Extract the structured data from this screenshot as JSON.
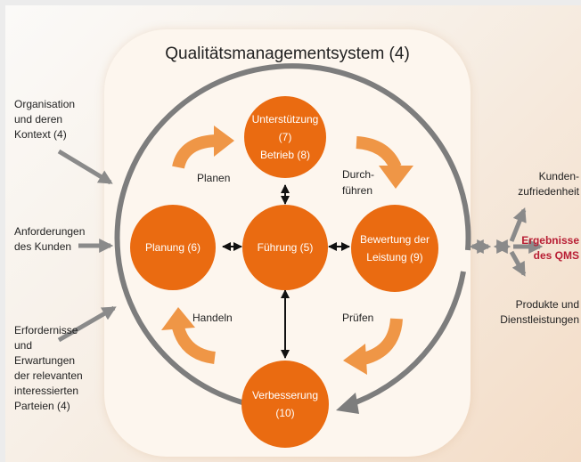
{
  "title": "Qualitätsmanagementsystem (4)",
  "nodes": {
    "support": [
      "Unterstützung (7)",
      "Betrieb (8)"
    ],
    "planning": "Planung (6)",
    "leadership": "Führung (5)",
    "evaluation": [
      "Bewertung der",
      "Leistung (9)"
    ],
    "improvement": "Verbesserung (10)"
  },
  "cycle": {
    "plan": "Planen",
    "do": [
      "Durch-",
      "führen"
    ],
    "check": "Prüfen",
    "act": "Handeln"
  },
  "inputs": {
    "context": [
      "Organisation",
      "und deren",
      "Kontext (4)"
    ],
    "customer": [
      "Anforderungen",
      "des Kunden"
    ],
    "parties": [
      "Erfordernisse",
      "und",
      "Erwartungen",
      "der relevanten",
      "interessierten",
      "Parteien (4)"
    ]
  },
  "outputs": {
    "satisfaction": [
      "Kunden-",
      "zufriedenheit"
    ],
    "results": [
      "Ergebnisse",
      "des QMS"
    ],
    "products": [
      "Produkte und",
      "Dienstleistungen"
    ]
  },
  "colors": {
    "accent": "#ea6b11",
    "arrow_light": "#ef9646",
    "ring": "#7a7a7a",
    "highlight": "#b81e34"
  }
}
